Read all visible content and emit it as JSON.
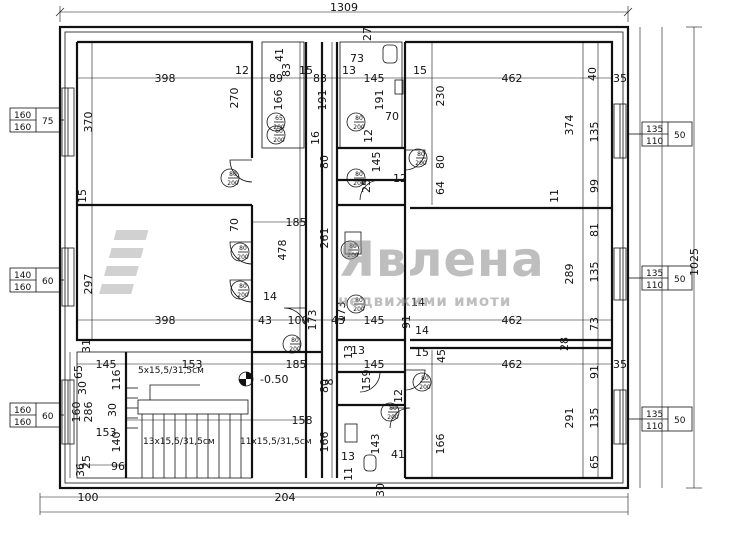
{
  "overall": {
    "width": "1309",
    "height": "1025"
  },
  "watermark": {
    "brand": "Явлена",
    "tagline": "недвижими имоти"
  },
  "level_mark": "-0.50",
  "stairs": [
    {
      "label": "5x15,5/31,5см"
    },
    {
      "label": "13x15,5/31,5см"
    },
    {
      "label": "11x15,5/31,5см"
    }
  ],
  "window_tags": [
    {
      "top": "160",
      "bottom": "160",
      "side": "75"
    },
    {
      "top": "140",
      "bottom": "160",
      "side": "60"
    },
    {
      "top": "160",
      "bottom": "160",
      "side": "60"
    },
    {
      "top": "135",
      "bottom": "110",
      "side": "50"
    },
    {
      "top": "135",
      "bottom": "110",
      "side": "50"
    },
    {
      "top": "135",
      "bottom": "110",
      "side": "50"
    }
  ],
  "door_tags": [
    {
      "top": "80",
      "bottom": "200"
    },
    {
      "top": "65",
      "bottom": "200"
    },
    {
      "top": "60",
      "bottom": "200"
    },
    {
      "top": "80",
      "bottom": "200"
    },
    {
      "top": "80",
      "bottom": "200"
    },
    {
      "top": "80",
      "bottom": "200"
    },
    {
      "top": "80",
      "bottom": "200"
    },
    {
      "top": "80",
      "bottom": "200"
    },
    {
      "top": "80",
      "bottom": "200"
    },
    {
      "top": "80",
      "bottom": "200"
    },
    {
      "top": "80",
      "bottom": "200"
    },
    {
      "top": "80",
      "bottom": "200"
    },
    {
      "top": "80",
      "bottom": "200"
    }
  ],
  "dims": [
    "398",
    "12",
    "89",
    "83",
    "15",
    "83",
    "13",
    "145",
    "15",
    "462",
    "40",
    "35",
    "270",
    "370",
    "166",
    "191",
    "191",
    "230",
    "374",
    "135",
    "73",
    "41",
    "27",
    "70",
    "16",
    "12",
    "80",
    "145",
    "80",
    "64",
    "99",
    "15",
    "185",
    "70",
    "478",
    "261",
    "25",
    "12",
    "11",
    "297",
    "398",
    "14",
    "43",
    "100",
    "173",
    "173",
    "43",
    "145",
    "81",
    "289",
    "135",
    "73",
    "462",
    "14",
    "91",
    "14",
    "31",
    "145",
    "65",
    "153",
    "185",
    "13",
    "145",
    "15",
    "45",
    "28",
    "462",
    "35",
    "30",
    "116",
    "80",
    "159",
    "91",
    "160",
    "286",
    "30",
    "158",
    "12",
    "166",
    "291",
    "135",
    "153",
    "140",
    "143",
    "166",
    "65",
    "36",
    "25",
    "96",
    "13",
    "41",
    "30",
    "204",
    "100",
    "11",
    "13",
    "8"
  ]
}
